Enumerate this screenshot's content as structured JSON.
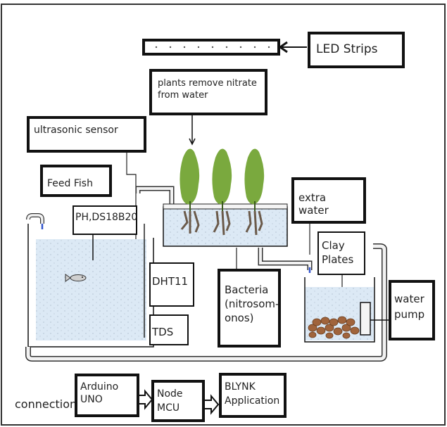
{
  "labels": {
    "led_strips": "LED Strips",
    "plants": "plants remove nitrate from water",
    "ultrasonic": "ultrasonic sensor",
    "feed_fish": "Feed Fish",
    "ph_sensor": "PH,DS18B20",
    "dht11": "DHT11",
    "tds": "TDS",
    "bacteria": "Bacteria (nitrosom-onos)",
    "extra_water": "extra water",
    "clay_plates": "Clay Plates",
    "water_pump": "water pump"
  },
  "connection": {
    "title": "connection",
    "steps": [
      "Arduino UNO",
      "Node MCU",
      "BLYNK Application"
    ]
  },
  "colors": {
    "water": "#dce9f5",
    "plant": "#7aa93e",
    "root": "#6b5a4a",
    "clay": "#a0643c",
    "outline": "#111111",
    "pipe_fill": "#f2f2f2",
    "drip": "#3355cc"
  }
}
